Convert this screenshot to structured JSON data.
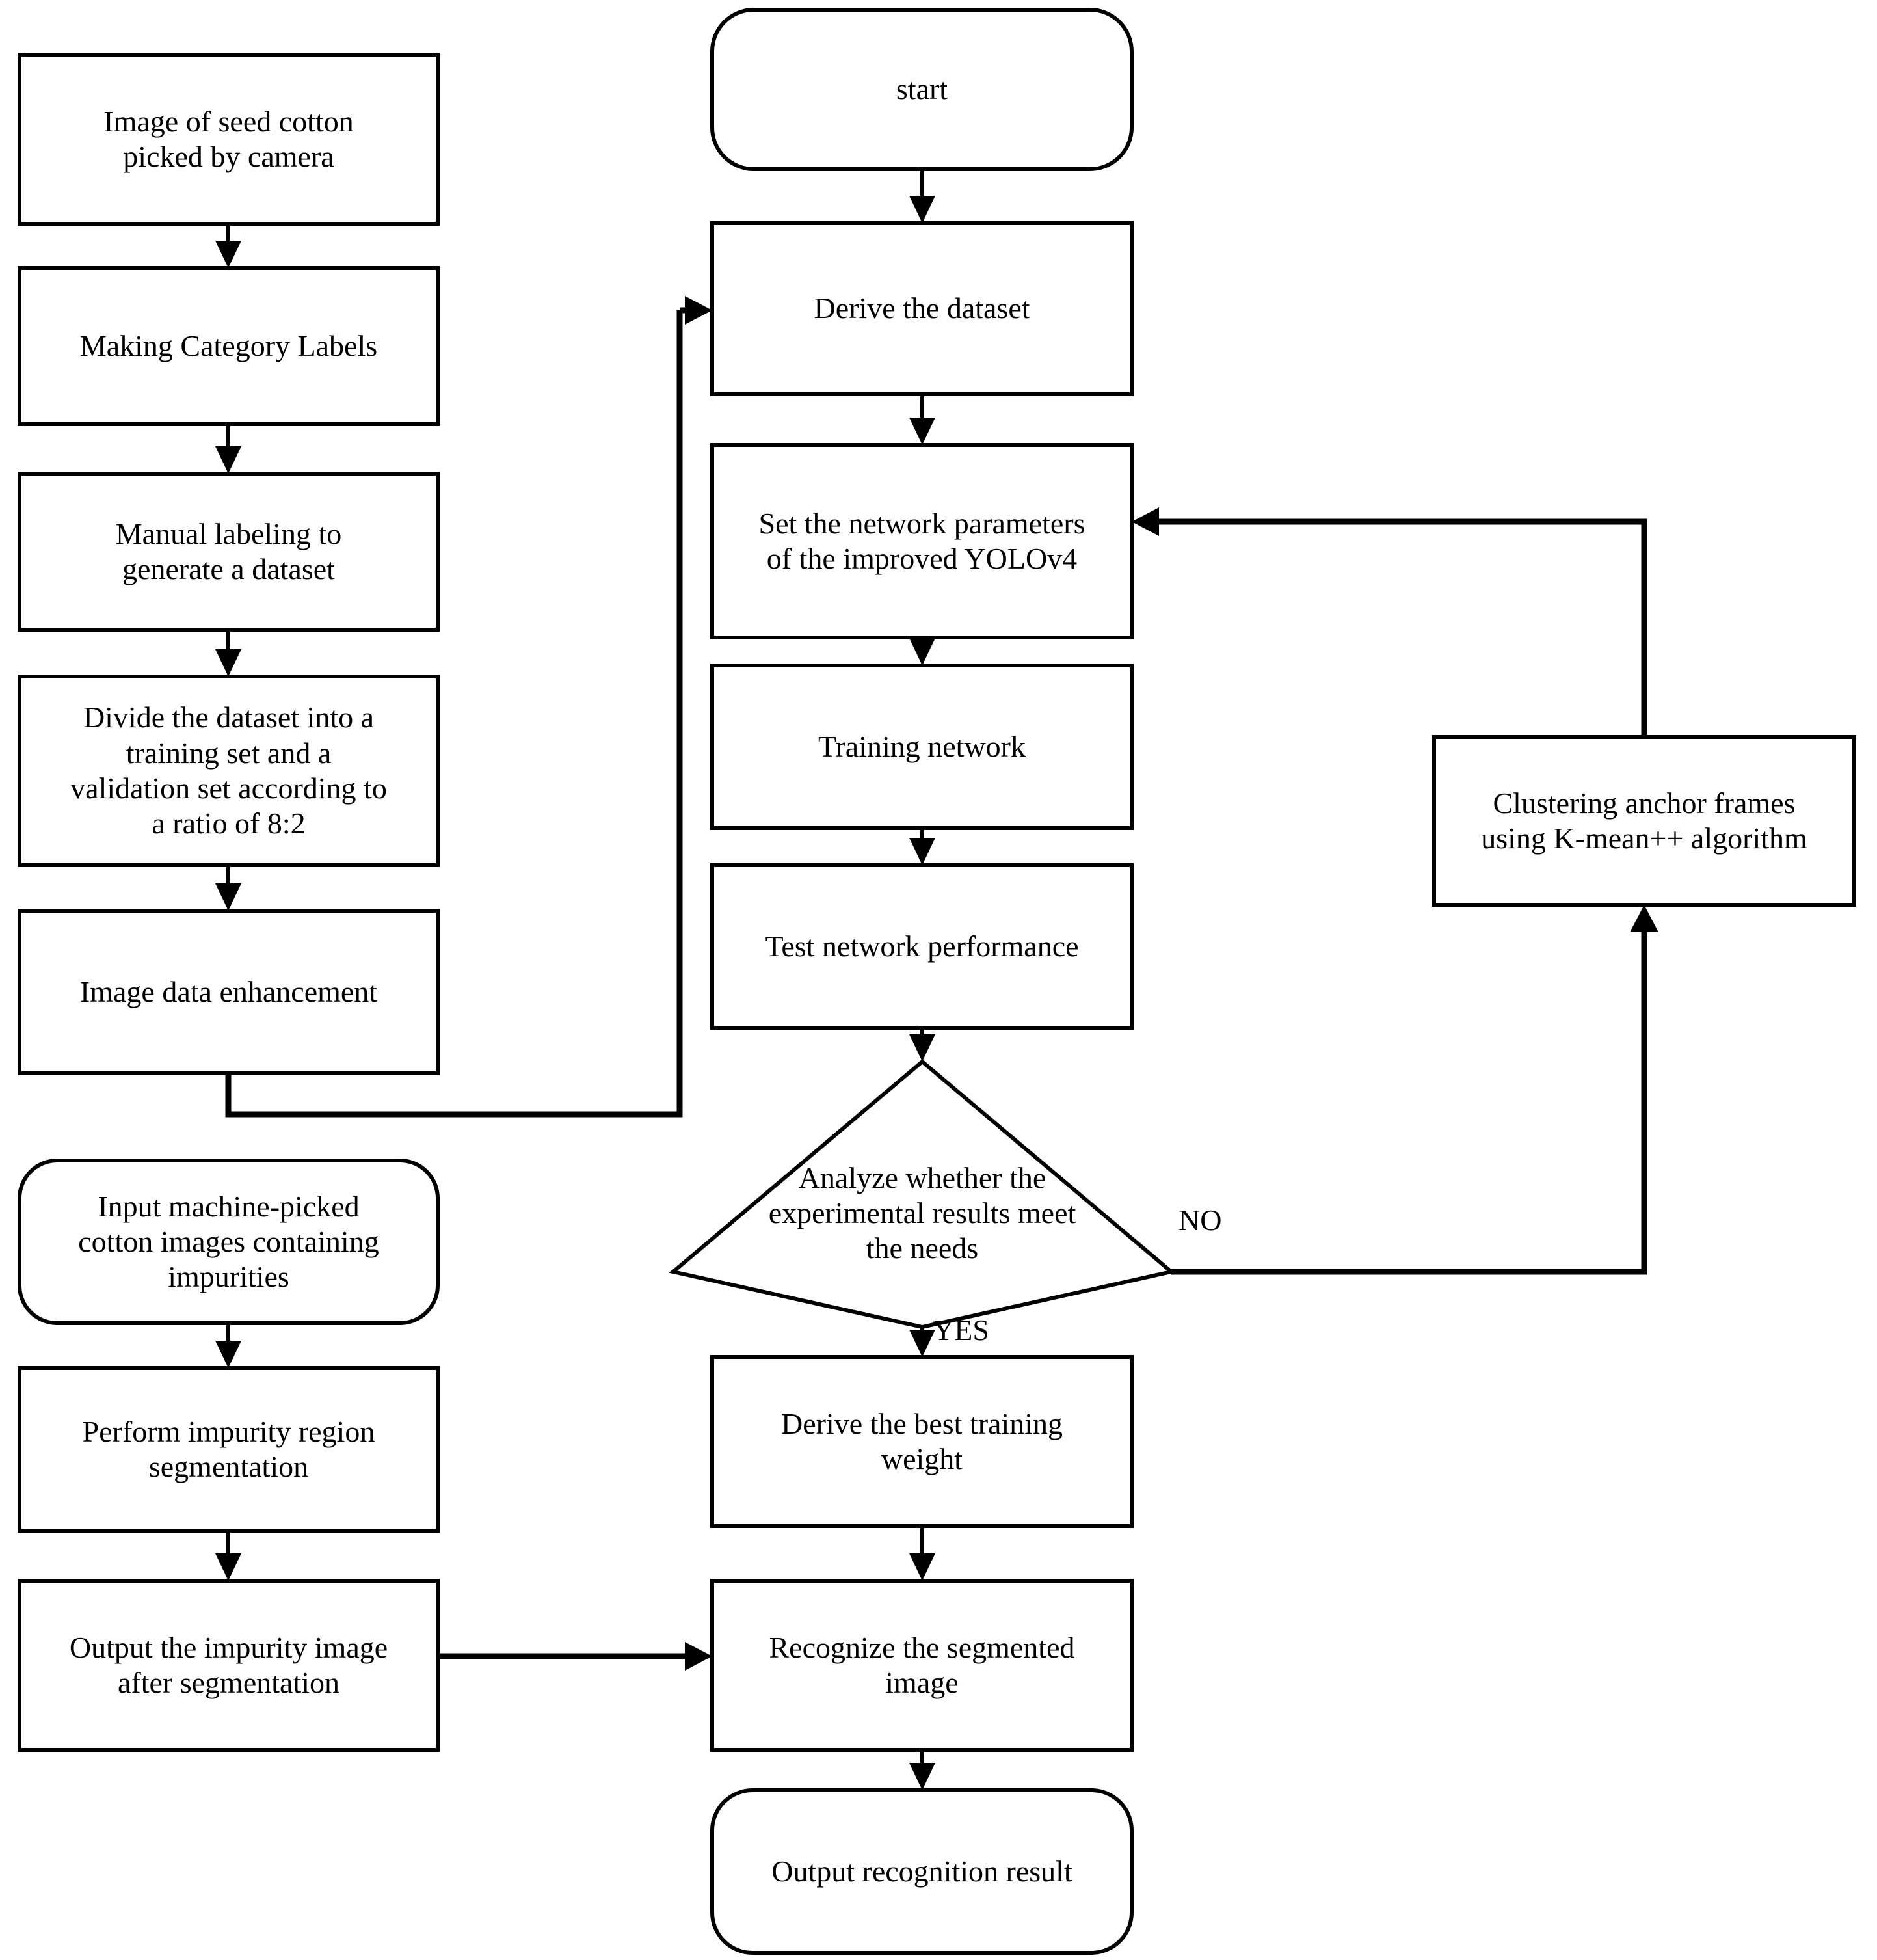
{
  "diagram": {
    "title": "Seed cotton impurity recognition workflow flowchart",
    "stroke_color": "#000000",
    "fill_color": "#ffffff"
  },
  "nodes": {
    "image_of_seed_cotton": {
      "label": "Image of seed cotton\npicked by camera",
      "shape": "rectangle"
    },
    "making_category_labels": {
      "label": "Making Category Labels",
      "shape": "rectangle"
    },
    "manual_labeling": {
      "label": "Manual labeling to\ngenerate a dataset",
      "shape": "rectangle"
    },
    "divide_the_dataset": {
      "label": "Divide the dataset into a\ntraining set and a\nvalidation set according to\na ratio of 8:2",
      "shape": "rectangle"
    },
    "image_data_enhancement": {
      "label": "Image data enhancement",
      "shape": "rectangle"
    },
    "input_machine_picked": {
      "label": "Input machine-picked\ncotton images containing\nimpurities",
      "shape": "rounded-rectangle"
    },
    "perform_impurity_segmentation": {
      "label": "Perform impurity region\nsegmentation",
      "shape": "rectangle"
    },
    "output_impurity_image": {
      "label": "Output the impurity image\nafter segmentation",
      "shape": "rectangle"
    },
    "start": {
      "label": "start",
      "shape": "rounded-rectangle"
    },
    "derive_the_dataset": {
      "label": "Derive the dataset",
      "shape": "rectangle"
    },
    "set_network_parameters": {
      "label": "Set the network parameters\nof the improved YOLOv4",
      "shape": "rectangle"
    },
    "training_network": {
      "label": "Training network",
      "shape": "rectangle"
    },
    "test_network_performance": {
      "label": "Test network performance",
      "shape": "rectangle"
    },
    "analyze_decision": {
      "label": "Analyze whether the\nexperimental results meet\nthe needs",
      "shape": "diamond"
    },
    "derive_best_weight": {
      "label": "Derive the best training\nweight",
      "shape": "rectangle"
    },
    "recognize_segmented_image": {
      "label": "Recognize the segmented\nimage",
      "shape": "rectangle"
    },
    "output_recognition_result": {
      "label": "Output recognition result",
      "shape": "rounded-rectangle"
    },
    "clustering_anchor_frames": {
      "label": "Clustering anchor frames\nusing K-mean++ algorithm",
      "shape": "rectangle"
    }
  },
  "edge_labels": {
    "no": "NO",
    "yes": "YES"
  },
  "flow": [
    {
      "from": "image_of_seed_cotton",
      "to": "making_category_labels"
    },
    {
      "from": "making_category_labels",
      "to": "manual_labeling"
    },
    {
      "from": "manual_labeling",
      "to": "divide_the_dataset"
    },
    {
      "from": "divide_the_dataset",
      "to": "image_data_enhancement"
    },
    {
      "from": "image_data_enhancement",
      "to": "derive_the_dataset"
    },
    {
      "from": "input_machine_picked",
      "to": "perform_impurity_segmentation"
    },
    {
      "from": "perform_impurity_segmentation",
      "to": "output_impurity_image"
    },
    {
      "from": "output_impurity_image",
      "to": "recognize_segmented_image"
    },
    {
      "from": "start",
      "to": "derive_the_dataset"
    },
    {
      "from": "derive_the_dataset",
      "to": "set_network_parameters"
    },
    {
      "from": "set_network_parameters",
      "to": "training_network"
    },
    {
      "from": "training_network",
      "to": "test_network_performance"
    },
    {
      "from": "test_network_performance",
      "to": "analyze_decision"
    },
    {
      "from": "analyze_decision",
      "to": "clustering_anchor_frames",
      "label": "NO"
    },
    {
      "from": "clustering_anchor_frames",
      "to": "set_network_parameters"
    },
    {
      "from": "analyze_decision",
      "to": "derive_best_weight",
      "label": "YES"
    },
    {
      "from": "derive_best_weight",
      "to": "recognize_segmented_image"
    },
    {
      "from": "recognize_segmented_image",
      "to": "output_recognition_result"
    }
  ]
}
